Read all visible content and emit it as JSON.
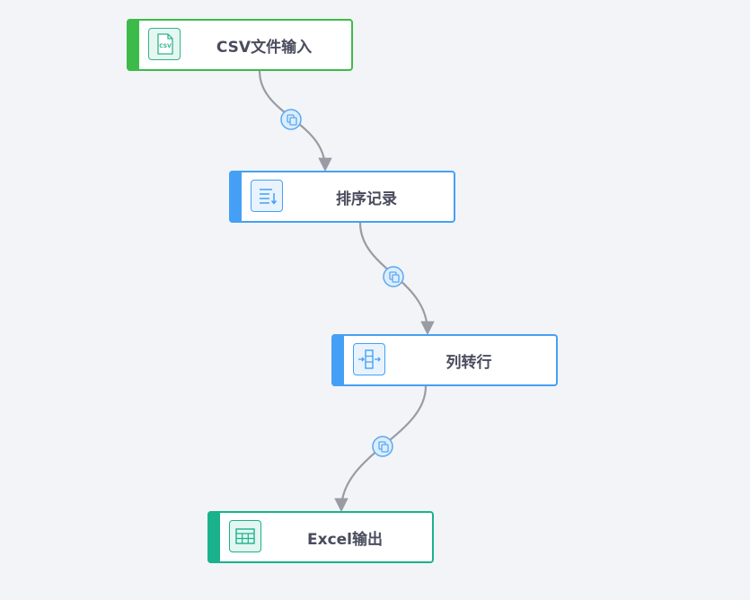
{
  "nodes": [
    {
      "id": "csv-input",
      "label": "CSV文件输入",
      "icon": "csv-file-icon",
      "icon_text": "CSV",
      "accent": "#3dbb4a"
    },
    {
      "id": "sort-records",
      "label": "排序记录",
      "icon": "sort-list-icon",
      "accent": "#45a0f5"
    },
    {
      "id": "columns-to-rows",
      "label": "列转行",
      "icon": "column-to-row-icon",
      "accent": "#45a0f5"
    },
    {
      "id": "excel-output",
      "label": "Excel输出",
      "icon": "table-grid-icon",
      "accent": "#19b28d"
    }
  ],
  "edges": [
    {
      "from": "csv-input",
      "to": "sort-records",
      "badge_icon": "copy-icon"
    },
    {
      "from": "sort-records",
      "to": "columns-to-rows",
      "badge_icon": "copy-icon"
    },
    {
      "from": "columns-to-rows",
      "to": "excel-output",
      "badge_icon": "copy-icon"
    }
  ],
  "colors": {
    "edge": "#9a9ca5",
    "badge_fill": "#dcedfd",
    "badge_stroke": "#5aa8f2",
    "background": "#f3f4f7"
  }
}
